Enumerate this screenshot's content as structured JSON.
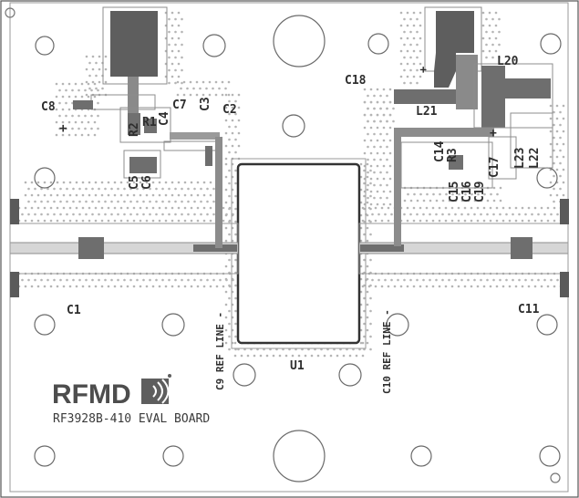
{
  "board": {
    "brand": "RFMD",
    "title": "RF3928B-410   EVAL BOARD"
  },
  "labels": {
    "c1": "C1",
    "c2": "C2",
    "c3": "C3",
    "c4": "C4",
    "c5": "C5",
    "c6": "C6",
    "c7": "C7",
    "c8": "C8",
    "c9_ref": "C9 REF LINE -",
    "c10_ref": "C10 REF LINE -",
    "c11": "C11",
    "c14": "C14",
    "c15": "C15",
    "c16": "C16",
    "c17": "C17",
    "c18": "C18",
    "c19": "C19",
    "r1": "R1",
    "r2": "R2",
    "r3": "R3",
    "l20": "L20",
    "l21": "L21",
    "l22": "L22",
    "l23": "L23",
    "u1": "U1",
    "plus_left": "+",
    "plus_right_top": "+",
    "plus_right_mid": "+"
  },
  "colors": {
    "trace": "#a9a9a9",
    "pad": "#6e6e6e",
    "dark_pad": "#5a5a5a",
    "outline": "#8c8c8c",
    "via": "#b5b5b5",
    "text": "#2e2e2e"
  }
}
